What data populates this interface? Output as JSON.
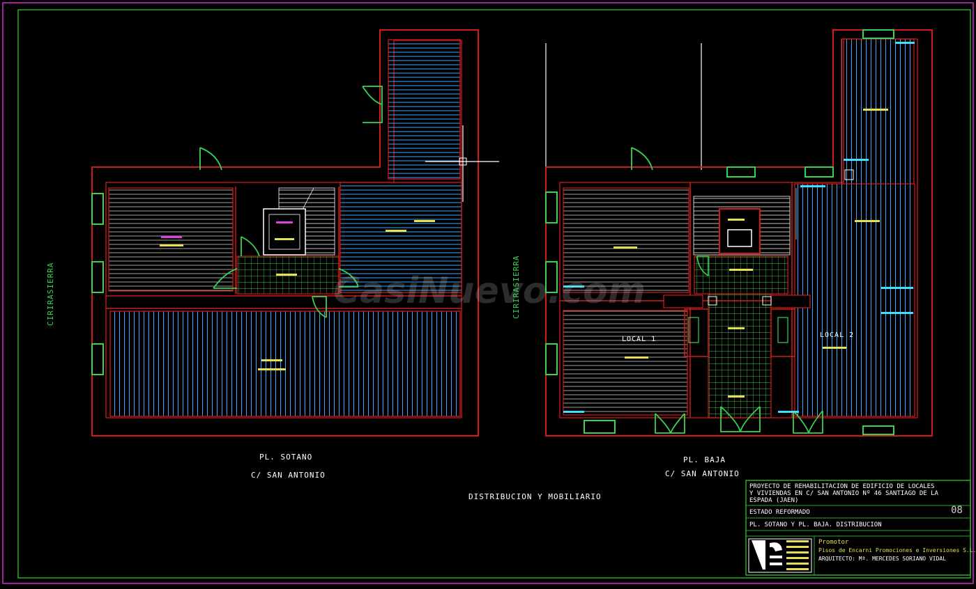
{
  "colors": {
    "background": "#000000",
    "frame": "#a020a0",
    "inner_frame": "#2ea82e",
    "wall": "#d21a1a",
    "window": "#39d353",
    "hatch_white": "#d8d8d8",
    "hatch_blue": "#3fa7ff",
    "grid_green": "#3fbf3f",
    "cyan": "#3fdfff",
    "magenta": "#e040e0",
    "yellow": "#e8e050"
  },
  "plans": {
    "basement": {
      "title": "PL. SOTANO",
      "street_bottom": "C/ SAN ANTONIO",
      "street_side": "CIRIRASIERRA"
    },
    "ground": {
      "title": "PL. BAJA",
      "street_bottom": "C/ SAN ANTONIO",
      "street_side": "CIRIRASIERRA",
      "room_local_1": "LOCAL 1",
      "room_local_2": "LOCAL 2"
    }
  },
  "sheet_title": "DISTRIBUCION Y MOBILIARIO",
  "watermark": "CasiNuevo.com",
  "title_block": {
    "project_line1": "PROYECTO DE REHABILITACION DE EDIFICIO DE LOCALES",
    "project_line2": "Y VIVIENDAS EN C/ SAN ANTONIO Nº 46 SANTIAGO DE LA",
    "project_line3": "ESPADA (JAEN)",
    "state": "ESTADO REFORMADO",
    "sheet_number": "08",
    "drawing": "PL. SOTANO Y PL. BAJA. DISTRIBUCION",
    "promoter_label": "Promotor",
    "promoter_name": "Pisos de Encarni Promociones e Inversiones S.L.",
    "architect": "ARQUITECTO: Mª. MERCEDES SORIANO VIDAL"
  }
}
